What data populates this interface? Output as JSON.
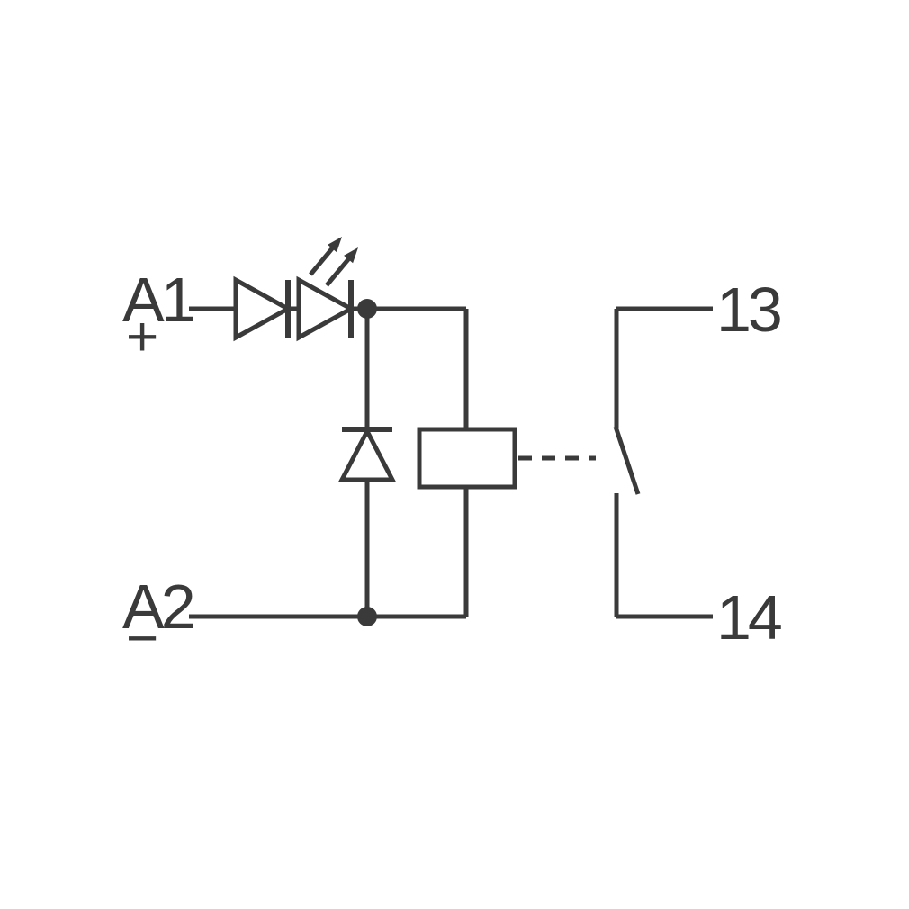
{
  "diagram": {
    "type": "schematic",
    "description": "Relay module wiring diagram: input A1/A2 with series diode and LED indicator, flyback suppression diode across relay coil, coil actuating a normally-open contact 13-14",
    "colors": {
      "line": "#3a3a3a",
      "background": "#ffffff"
    },
    "labels": {
      "a1": "A1",
      "a1_polarity": "+",
      "a2": "A2",
      "a2_polarity": "−",
      "contact_top": "13",
      "contact_bottom": "14"
    },
    "components": [
      {
        "name": "series-diode",
        "type": "diode"
      },
      {
        "name": "led-indicator",
        "type": "led"
      },
      {
        "name": "flyback-diode",
        "type": "suppression-diode"
      },
      {
        "name": "relay-coil",
        "type": "coil"
      },
      {
        "name": "no-contact",
        "type": "normally-open-contact",
        "terminals": [
          "13",
          "14"
        ]
      }
    ]
  }
}
